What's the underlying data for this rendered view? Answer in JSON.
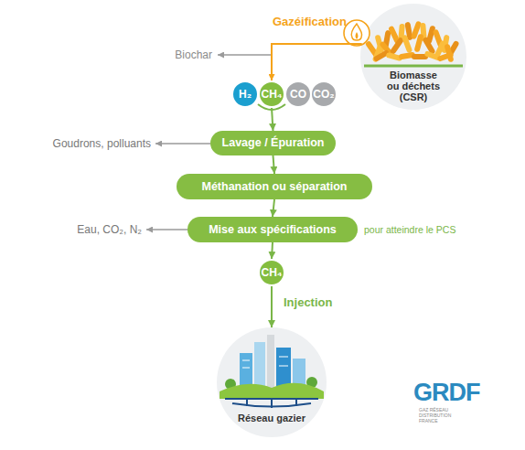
{
  "diagram": {
    "nodes": [
      {
        "text": [
          "Biomasse ou déchets (CSR)"
        ]
      },
      {
        "text": [
          "H₂"
        ]
      },
      {
        "text": [
          "CH₄"
        ]
      },
      {
        "text": [
          "CO"
        ]
      },
      {
        "text": [
          "CO₂"
        ]
      },
      {
        "text": [
          "Lavage / Épuration"
        ]
      },
      {
        "text": [
          "Méthanation ou séparation"
        ]
      },
      {
        "text": [
          "Mise aux spécifications"
        ]
      },
      {
        "text": [
          "CH₄"
        ]
      },
      {
        "text": [
          "Réseau gazier"
        ]
      }
    ],
    "edges": [
      {
        "from": 0,
        "to": 2,
        "label": "Gazéification",
        "arrow": "to"
      },
      {
        "from": 2,
        "to": 5,
        "arrow": "to"
      },
      {
        "from": 5,
        "to": 6,
        "arrow": "to"
      },
      {
        "from": 6,
        "to": 7,
        "arrow": "to"
      },
      {
        "from": 7,
        "to": 8,
        "arrow": "to"
      },
      {
        "from": 8,
        "to": 9,
        "label": "Injection",
        "arrow": "to"
      }
    ],
    "labels": [
      "Biochar",
      "Goudrons, polluants",
      "Eau, CO₂, N₂",
      "pour atteindre le PCS",
      "GRDF",
      "GAZ RÉSEAU DISTRIBUTION FRANCE"
    ]
  }
}
